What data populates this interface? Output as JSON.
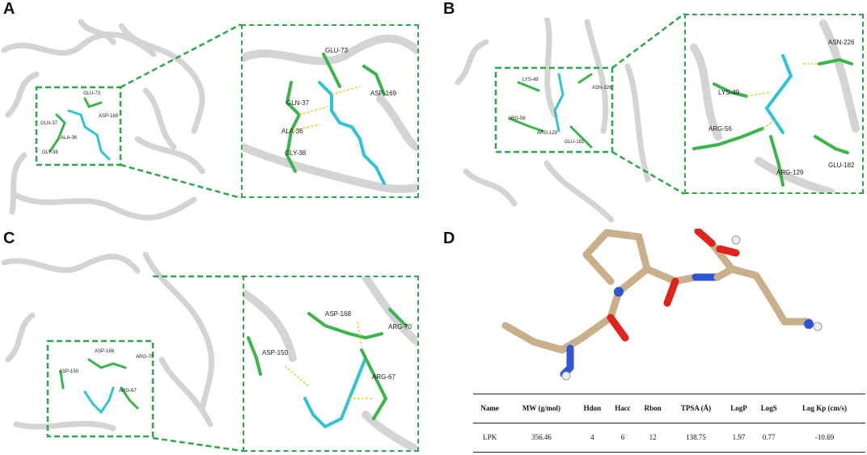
{
  "panels": {
    "A": {
      "letter": "A",
      "overview_labels": [
        "GLU-73",
        "GLN-37",
        "ASP-169",
        "ALA-36",
        "GLY-38"
      ],
      "zoom_labels": [
        "GLU-73",
        "ASP-169",
        "GLN-37",
        "ALA-36",
        "GLY-38"
      ]
    },
    "B": {
      "letter": "B",
      "overview_labels": [
        "LYS-49",
        "ASN-226",
        "ARG-56",
        "ARG-129",
        "GLU-182"
      ],
      "zoom_labels": [
        "ASN-226",
        "LYS-49",
        "ARG-56",
        "ARG-129",
        "GLU-182"
      ]
    },
    "C": {
      "letter": "C",
      "overview_labels": [
        "ASP-168",
        "ARG-70",
        "ASP-150",
        "ARG-67"
      ],
      "zoom_labels": [
        "ASP-168",
        "ARG-70",
        "ASP-150",
        "ARG-67"
      ]
    },
    "D": {
      "letter": "D"
    }
  },
  "colors": {
    "protein_ribbon": "#d9d9d9",
    "ribbon_edge": "#bdbdbd",
    "residue_green": "#39b54a",
    "ligand_cyan": "#2ec4d6",
    "oxygen_red": "#e0231b",
    "nitrogen_blue": "#2f55d4",
    "hbond_yellow": "#e8cf2f",
    "frame_green": "#2aa84a",
    "ligand_tan": "#c9b08a"
  },
  "table": {
    "headers": [
      "Name",
      "MW (g/mol)",
      "Hdon",
      "Hacc",
      "Rbon",
      "TPSA (Å)",
      "LogP",
      "LogS",
      "Log Kp (cm/s)"
    ],
    "rows": [
      [
        "LPK",
        "356.46",
        "4",
        "6",
        "12",
        "138.75",
        "1.97",
        "0.77",
        "-10.69"
      ]
    ]
  }
}
